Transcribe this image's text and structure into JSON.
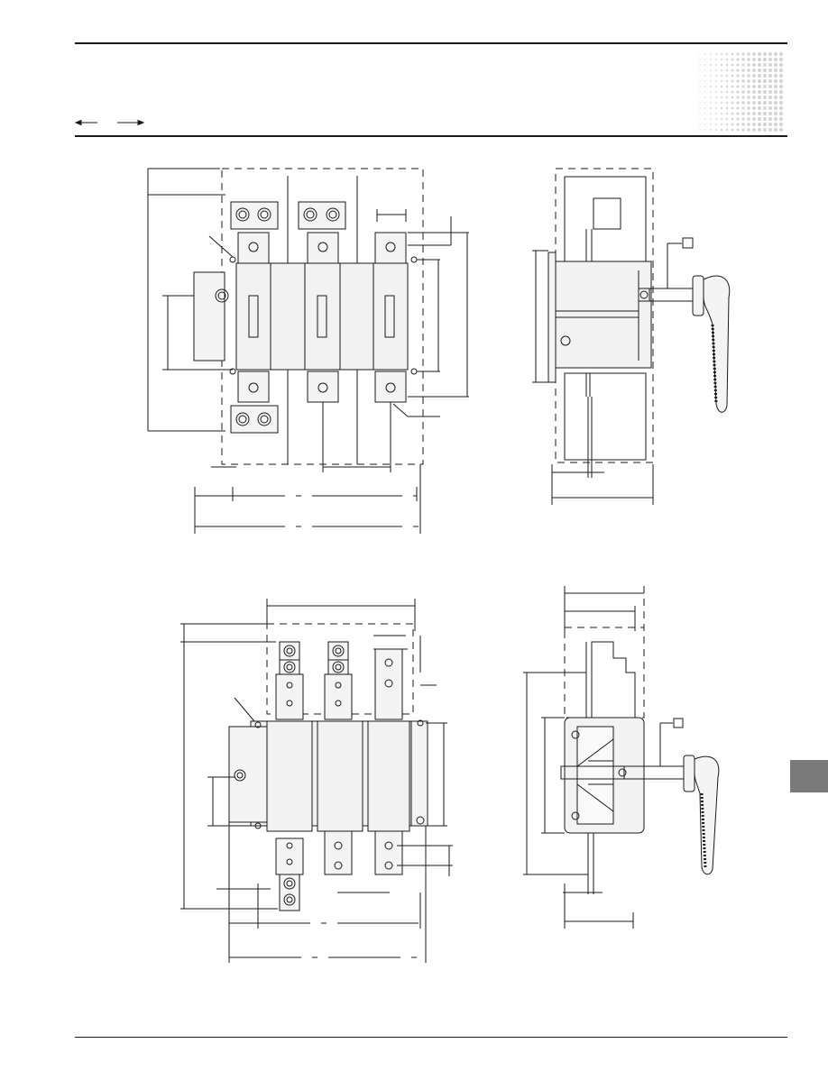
{
  "page": {
    "colors": {
      "line": "#1a1a1a",
      "part_fill": "#f2f2f2",
      "side_tab": "#7a7a7a",
      "dot_pattern": "#d6d6d6"
    },
    "views": [
      {
        "name": "top-front-view"
      },
      {
        "name": "top-side-view"
      },
      {
        "name": "bottom-front-view"
      },
      {
        "name": "bottom-side-view"
      }
    ],
    "icons": [
      "left-arrow-icon",
      "right-arrow-icon",
      "dot-pattern-graphic",
      "square-callout-icon"
    ]
  }
}
